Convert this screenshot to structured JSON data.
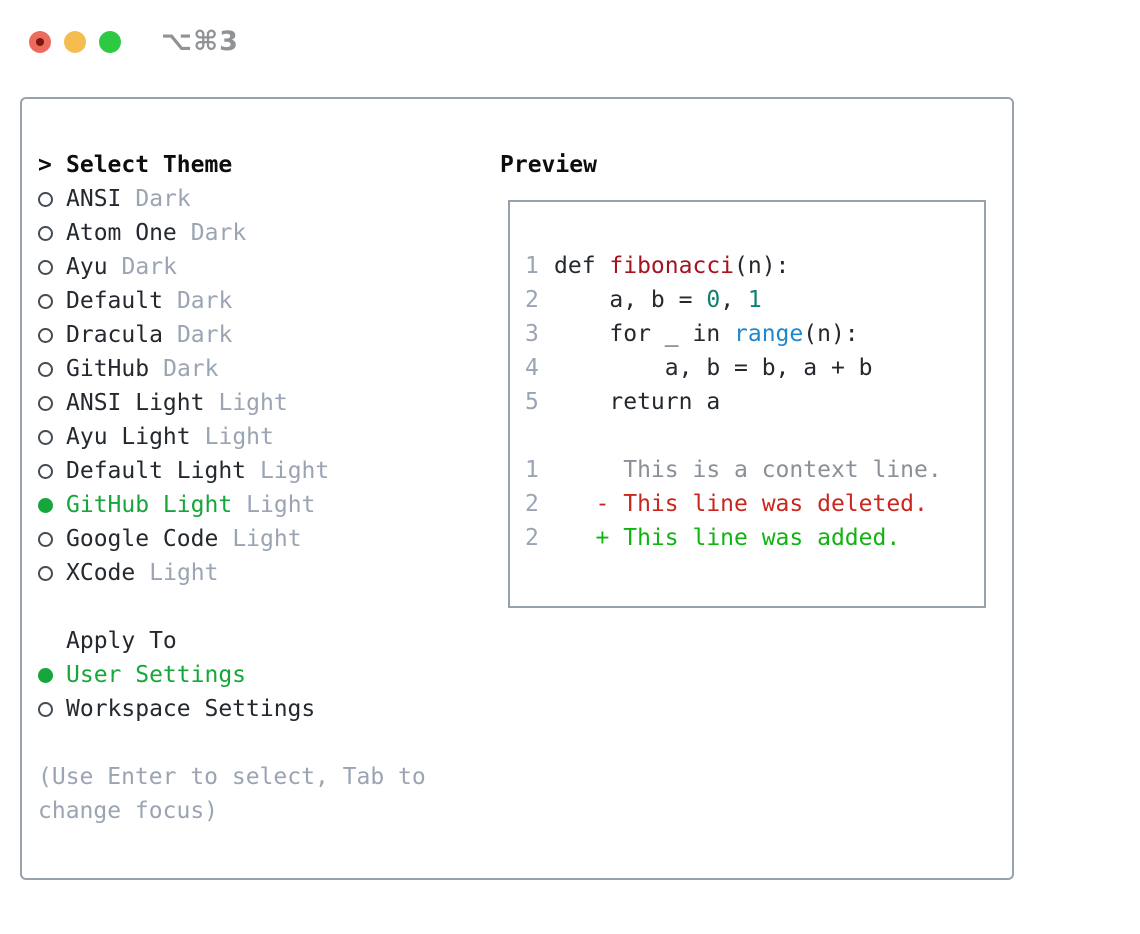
{
  "window": {
    "title": "⌥⌘3",
    "controls": {
      "close": "close",
      "minimize": "minimize",
      "zoom": "zoom"
    }
  },
  "theme_panel": {
    "heading": {
      "prefix": ">",
      "label": "Select Theme"
    },
    "themes": [
      {
        "label": "ANSI",
        "variant": "Dark",
        "selected": false
      },
      {
        "label": "Atom One",
        "variant": "Dark",
        "selected": false
      },
      {
        "label": "Ayu",
        "variant": "Dark",
        "selected": false
      },
      {
        "label": "Default",
        "variant": "Dark",
        "selected": false
      },
      {
        "label": "Dracula",
        "variant": "Dark",
        "selected": false
      },
      {
        "label": "GitHub",
        "variant": "Dark",
        "selected": false
      },
      {
        "label": "ANSI Light",
        "variant": "Light",
        "selected": false
      },
      {
        "label": "Ayu Light",
        "variant": "Light",
        "selected": false
      },
      {
        "label": "Default Light",
        "variant": "Light",
        "selected": false
      },
      {
        "label": "GitHub Light",
        "variant": "Light",
        "selected": true
      },
      {
        "label": "Google Code",
        "variant": "Light",
        "selected": false
      },
      {
        "label": "XCode",
        "variant": "Light",
        "selected": false
      }
    ],
    "apply_to": {
      "heading": "Apply To",
      "options": [
        {
          "label": "User Settings",
          "selected": true
        },
        {
          "label": "Workspace Settings",
          "selected": false
        }
      ]
    },
    "hint_lines": [
      "(Use Enter to select, Tab to",
      "change focus)"
    ]
  },
  "preview": {
    "heading": "Preview",
    "code_lines": [
      {
        "num": "1",
        "segments": [
          {
            "t": "def ",
            "c": "code"
          },
          {
            "t": "fibonacci",
            "c": "function"
          },
          {
            "t": "(n):",
            "c": "code"
          }
        ]
      },
      {
        "num": "2",
        "segments": [
          {
            "t": "    a, b = ",
            "c": "code"
          },
          {
            "t": "0",
            "c": "number"
          },
          {
            "t": ", ",
            "c": "code"
          },
          {
            "t": "1",
            "c": "number"
          }
        ]
      },
      {
        "num": "3",
        "segments": [
          {
            "t": "    for _ in ",
            "c": "code"
          },
          {
            "t": "range",
            "c": "builtin"
          },
          {
            "t": "(n):",
            "c": "code"
          }
        ]
      },
      {
        "num": "4",
        "segments": [
          {
            "t": "        a, b = b, a + b",
            "c": "code"
          }
        ]
      },
      {
        "num": "5",
        "segments": [
          {
            "t": "    return a",
            "c": "code"
          }
        ]
      },
      {
        "num": "",
        "segments": []
      },
      {
        "num": "1",
        "segments": [
          {
            "t": "     This is a context line.",
            "c": "context"
          }
        ]
      },
      {
        "num": "2",
        "segments": [
          {
            "t": "   - This line was deleted.",
            "c": "deleted"
          }
        ]
      },
      {
        "num": "2",
        "segments": [
          {
            "t": "   + This line was added.",
            "c": "added"
          }
        ]
      }
    ]
  },
  "colors": {
    "accent_green": "#17a63b",
    "added_green": "#10b411",
    "deleted_red": "#c9271e",
    "function_red": "#a5131f",
    "number_teal": "#0e8173",
    "builtin_blue": "#2088c9",
    "muted_gray": "#9aa4b3",
    "context_gray": "#8a9097",
    "border_gray": "#99a1ac",
    "text_dark": "#24292f"
  }
}
